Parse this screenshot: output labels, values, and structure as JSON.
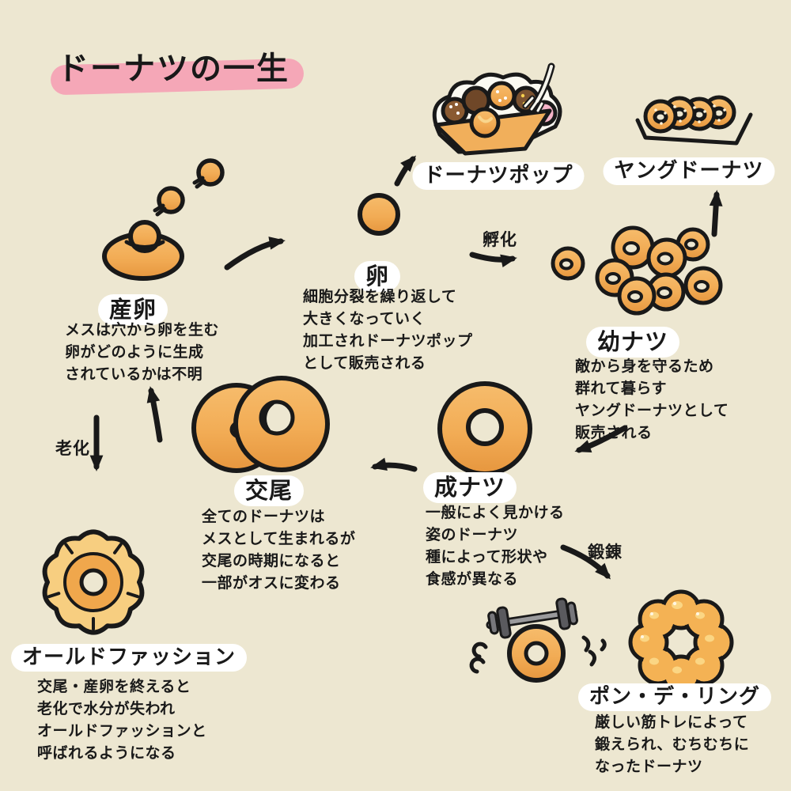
{
  "title": "ドーナツの一生",
  "colors": {
    "background": "#EDE7D1",
    "outline": "#191919",
    "title_highlight_pink": "#F5A7B7",
    "label_highlight_white": "#FFFFFF",
    "donut_fill": "#F2AC55",
    "donut_shadow": "#E6963E",
    "old_fashioned_fill": "#F7CE80",
    "pon_de_ring_fill": "#F4B254",
    "chocolate": "#8A5A31",
    "dark_chocolate": "#6F4728",
    "pink_frosting": "#F5B3C8",
    "barbell_plate_gray": "#5A5A5E",
    "barbell_bar_gray": "#9A9A9C",
    "paper_white": "#FBFAF2"
  },
  "stages": {
    "sanran": {
      "label": "産卵",
      "description": "メスは穴から卵を生む\n卵がどのように生成\nされているかは不明"
    },
    "tamago": {
      "label": "卵",
      "description": "細胞分裂を繰り返して\n大きくなっていく\n加工されドーナツポップ\nとして販売される"
    },
    "donut_pop": {
      "label": "ドーナツポップ"
    },
    "young_donut": {
      "label": "ヤングドーナツ"
    },
    "younatsu": {
      "label": "幼ナツ",
      "description": "敵から身を守るため\n群れて暮らす\nヤングドーナツとして\n販売される"
    },
    "seinatsu": {
      "label": "成ナツ",
      "description": "一般によく見かける\n姿のドーナツ\n種によって形状や\n食感が異なる"
    },
    "koubi": {
      "label": "交尾",
      "description": "全てのドーナツは\nメスとして生まれるが\n交尾の時期になると\n一部がオスに変わる"
    },
    "old_fashioned": {
      "label": "オールドファッション",
      "description": "交尾・産卵を終えると\n老化で水分が失われ\nオールドファッションと\n呼ばれるようになる"
    },
    "pon_de_ring": {
      "label": "ポン・デ・リング",
      "description": "厳しい筋トレによって\n鍛えられ、むちむちに\nなったドーナツ"
    }
  },
  "arrow_labels": {
    "hatch": "孵化",
    "aging": "老化",
    "training": "鍛錬"
  },
  "illustrations": [
    "spawning-donut",
    "flying-eggs",
    "egg-ball",
    "donut-pop-box",
    "fork",
    "young-donut-tray",
    "young-donut-cluster",
    "adult-donut",
    "mating-donuts",
    "old-fashioned-donut",
    "muscle-donut",
    "barbell",
    "pon-de-ring-donut"
  ]
}
